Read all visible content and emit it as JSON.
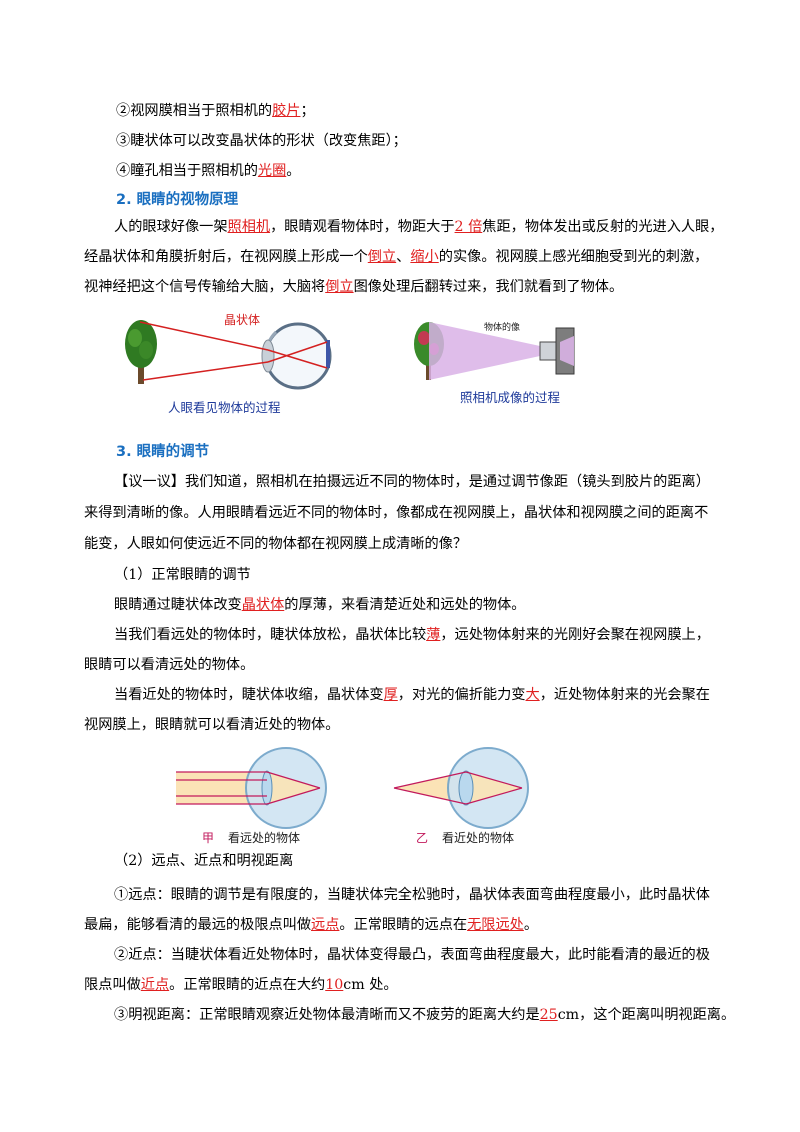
{
  "lines": {
    "l1a": "②视网膜相当于照相机的",
    "l1r": "胶片",
    "l1b": "；",
    "l2": "③睫状体可以改变晶状体的形状（改变焦距）；",
    "l3a": "④瞳孔相当于照相机的",
    "l3r": "光圈",
    "l3b": "。",
    "h2": "2. 眼睛的视物原理",
    "p1a": "人的眼球好像一架",
    "p1r1": "照相机",
    "p1b": "，眼睛观看物体时，物距大于",
    "p1r2": "2 倍",
    "p1c": "焦距，物体发出或反射的光进入人眼，",
    "p2a": "经晶状体和角膜折射后，在视网膜上形成一个",
    "p2r1": "倒立",
    "p2b": "、",
    "p2r2": "缩小",
    "p2c": "的实像。视网膜上感光细胞受到光的刺激，",
    "p3a": "视神经把这个信号传输给大脑，大脑将",
    "p3r": "倒立",
    "p3b": "图像处理后翻转过来，我们就看到了物体。",
    "h3": "3. 眼睛的调节",
    "q1": "【议一议】我们知道，照相机在拍摄远近不同的物体时，是通过调节像距（镜头到胶片的距离）",
    "q2": "来得到清晰的像。人用眼睛看远近不同的物体时，像都成在视网膜上，晶状体和视网膜之间的距离不",
    "q3": "能变，人眼如何使远近不同的物体都在视网膜上成清晰的像？",
    "s1": "（1）正常眼睛的调节",
    "a1a": "眼睛通过睫状体改变",
    "a1r": "晶状体",
    "a1b": "的厚薄，来看清楚近处和远处的物体。",
    "a2a": "当我们看远处的物体时，睫状体放松，晶状体比较",
    "a2r": "薄",
    "a2b": "，远处物体射来的光刚好会聚在视网膜上，",
    "a3": "眼睛可以看清远处的物体。",
    "a4a": "当看近处的物体时，睫状体收缩，晶状体变",
    "a4r1": "厚",
    "a4b": "，对光的偏折能力变",
    "a4r2": "大",
    "a4c": "，近处物体射来的光会聚在",
    "a5": "视网膜上，眼睛就可以看清近处的物体。",
    "s2": "（2）远点、近点和明视距离",
    "b1": "①远点：眼睛的调节是有限度的，当睫状体完全松驰时，晶状体表面弯曲程度最小，此时晶状体",
    "b2a": "最扁，能够看清的最远的极限点叫做",
    "b2r1": "远点",
    "b2b": "。正常眼睛的远点在",
    "b2r2": "无限远处",
    "b2c": "。",
    "b3": "②近点：当睫状体看近处物体时，晶状体变得最凸，表面弯曲程度最大，此时能看清的最近的极",
    "b4a": "限点叫做",
    "b4r1": "近点",
    "b4b": "。正常眼睛的近点在大约",
    "b4r2": "10",
    "b4c": "cm 处。",
    "b5a": "③明视距离：正常眼睛观察近处物体最清晰而又不疲劳的距离大约是",
    "b5r": "25",
    "b5b": "cm，这个距离叫明视距离。"
  },
  "figures": {
    "eye_label_lens": "晶状体",
    "eye_caption": "人眼看见物体的过程",
    "camera_label": "物体的像",
    "camera_caption": "照相机成像的过程",
    "far_mark": "甲",
    "far_caption": "看远处的物体",
    "near_mark": "乙",
    "near_caption": "看近处的物体"
  },
  "colors": {
    "accent_red": "#e02020",
    "heading_blue": "#1a6fc0"
  }
}
